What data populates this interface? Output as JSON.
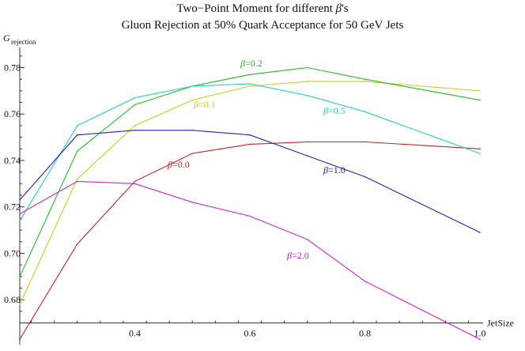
{
  "title_line_1_pre": "Two−Point Moment for different ",
  "title_line_1_beta": "β",
  "title_line_1_post": "'s",
  "title_line_2": "Gluon Rejection at 50% Quark Acceptance for 50 GeV Jets",
  "chart_data": {
    "type": "line",
    "title": "Two−Point Moment for different β's — Gluon Rejection at 50% Quark Acceptance for 50 GeV Jets",
    "xlabel": "JetSize",
    "ylabel_main": "G",
    "ylabel_sub": "rejection",
    "xlim": [
      0.2,
      1.0
    ],
    "ylim": [
      0.662,
      0.788
    ],
    "x_axis_crossing_y": 0.67,
    "x_ticks": [
      0.4,
      0.6,
      0.8,
      1.0
    ],
    "x_tick_labels": [
      "0.4",
      "0.6",
      "0.8",
      "1.0"
    ],
    "y_ticks": [
      0.68,
      0.7,
      0.72,
      0.74,
      0.76,
      0.78
    ],
    "y_tick_labels": [
      "0.68",
      "0.70",
      "0.72",
      "0.74",
      "0.76",
      "0.78"
    ],
    "grid": false,
    "legend": "inline labels",
    "x": [
      0.2,
      0.3,
      0.4,
      0.5,
      0.6,
      0.7,
      0.8,
      1.0
    ],
    "series": [
      {
        "name": "β=0.0",
        "label_prefix": "β",
        "label_suffix": "=0.0",
        "color": "#cc2222",
        "values": [
          0.663,
          0.704,
          0.731,
          0.743,
          0.747,
          0.748,
          0.748,
          0.745
        ]
      },
      {
        "name": "β=0.1",
        "label_prefix": "β",
        "label_suffix": "=0.1",
        "color": "#cccc22",
        "values": [
          0.678,
          0.732,
          0.755,
          0.766,
          0.772,
          0.774,
          0.774,
          0.77
        ]
      },
      {
        "name": "β=0.2",
        "label_prefix": "β",
        "label_suffix": "=0.2",
        "color": "#22bb22",
        "values": [
          0.69,
          0.744,
          0.764,
          0.772,
          0.777,
          0.78,
          0.775,
          0.766
        ]
      },
      {
        "name": "β=0.5",
        "label_prefix": "β",
        "label_suffix": "=0.5",
        "color": "#22cccc",
        "values": [
          0.714,
          0.755,
          0.767,
          0.772,
          0.773,
          0.768,
          0.761,
          0.743
        ]
      },
      {
        "name": "β=1.0",
        "label_prefix": "β",
        "label_suffix": "=1.0",
        "color": "#2222bb",
        "values": [
          0.723,
          0.751,
          0.753,
          0.753,
          0.751,
          0.742,
          0.733,
          0.709
        ]
      },
      {
        "name": "β=2.0",
        "label_prefix": "β",
        "label_suffix": "=2.0",
        "color": "#cc22cc",
        "values": [
          0.717,
          0.731,
          0.73,
          0.722,
          0.716,
          0.706,
          0.688,
          0.663
        ]
      }
    ]
  }
}
